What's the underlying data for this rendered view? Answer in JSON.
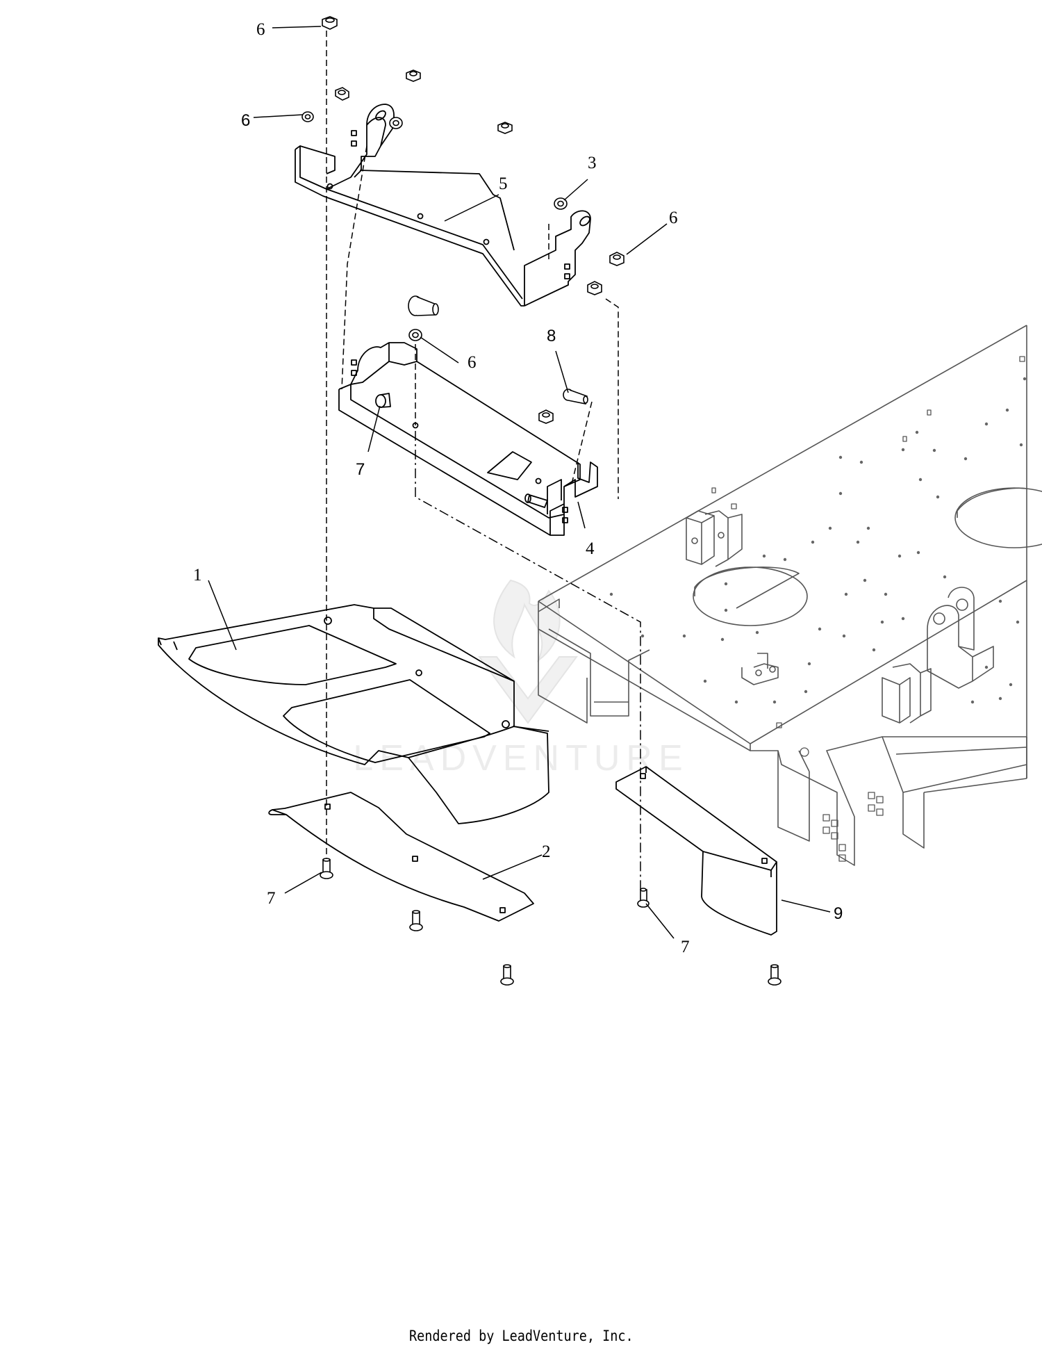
{
  "diagram": {
    "callouts": [
      {
        "id": "c6a",
        "text": "6"
      },
      {
        "id": "c6b",
        "text": "6"
      },
      {
        "id": "c3",
        "text": "3"
      },
      {
        "id": "c5",
        "text": "5"
      },
      {
        "id": "c6c",
        "text": "6"
      },
      {
        "id": "c6d",
        "text": "6"
      },
      {
        "id": "c8",
        "text": "8"
      },
      {
        "id": "c7a",
        "text": "7"
      },
      {
        "id": "c4",
        "text": "4"
      },
      {
        "id": "c1",
        "text": "1"
      },
      {
        "id": "c2",
        "text": "2"
      },
      {
        "id": "c7b",
        "text": "7"
      },
      {
        "id": "c9",
        "text": "9"
      },
      {
        "id": "c7c",
        "text": "7"
      }
    ],
    "watermark": "LEADVENTURE"
  },
  "footer": {
    "text": "Rendered by LeadVenture, Inc."
  },
  "colors": {
    "line": "#000000",
    "frame_line": "#555555",
    "watermark": "#d4d4d4"
  }
}
